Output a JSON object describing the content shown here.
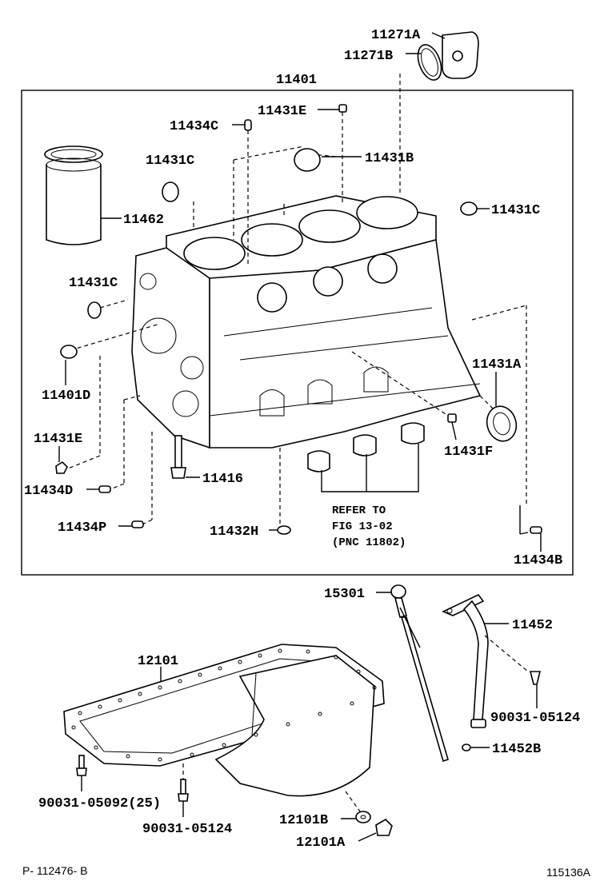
{
  "diagram": {
    "labels": {
      "p11271A": "11271A",
      "p11271B": "11271B",
      "p11401": "11401",
      "p11431E_top": "11431E",
      "p11434C": "11434C",
      "p11431B": "11431B",
      "p11431C_a": "11431C",
      "p11431C_right": "11431C",
      "p11462": "11462",
      "p11431C_b": "11431C",
      "p11401D": "11401D",
      "p11431A": "11431A",
      "p11431E_left": "11431E",
      "p11431F": "11431F",
      "p11434D": "11434D",
      "p11416": "11416",
      "p11434P": "11434P",
      "p11432H": "11432H",
      "p11434B": "11434B",
      "p15301": "15301",
      "p11452": "11452",
      "p12101": "12101",
      "p90031_05124_right": "90031-05124",
      "p11452B": "11452B",
      "p90031_05092": "90031-05092(25)",
      "p90031_05124_bottom": "90031-05124",
      "p12101B": "12101B",
      "p12101A": "12101A"
    },
    "refer": {
      "line1": "REFER TO",
      "line2": "FIG 13-02",
      "line3": "(PNC 11802)"
    },
    "footer": {
      "left": "P- 112476- B",
      "right": "115136A"
    }
  }
}
